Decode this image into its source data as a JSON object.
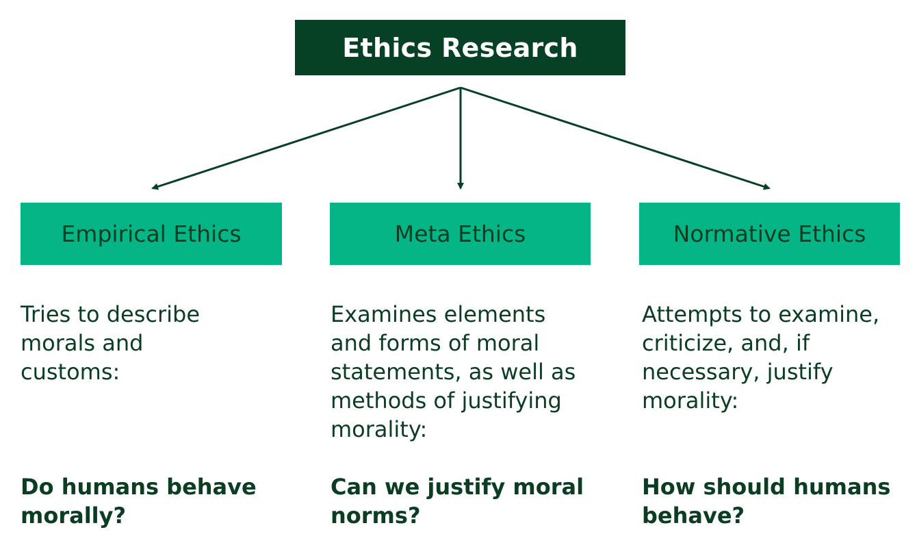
{
  "root": {
    "label": "Ethics Research"
  },
  "branches": [
    {
      "title": "Empirical Ethics",
      "description": "Tries to describe morals and customs:",
      "question": "Do humans behave morally?"
    },
    {
      "title": "Meta Ethics",
      "description": "Examines elements and forms of moral statements, as well as methods of justifying morality:",
      "question": "Can we justify moral norms?"
    },
    {
      "title": "Normative Ethics",
      "description": "Attempts to examine, criticize, and, if necessary, justify morality:",
      "question": "How should humans behave?"
    }
  ],
  "colors": {
    "root_fill": "#064126",
    "branch_fill": "#06b586",
    "text_dark": "#0b3d23",
    "connector": "#064126"
  }
}
